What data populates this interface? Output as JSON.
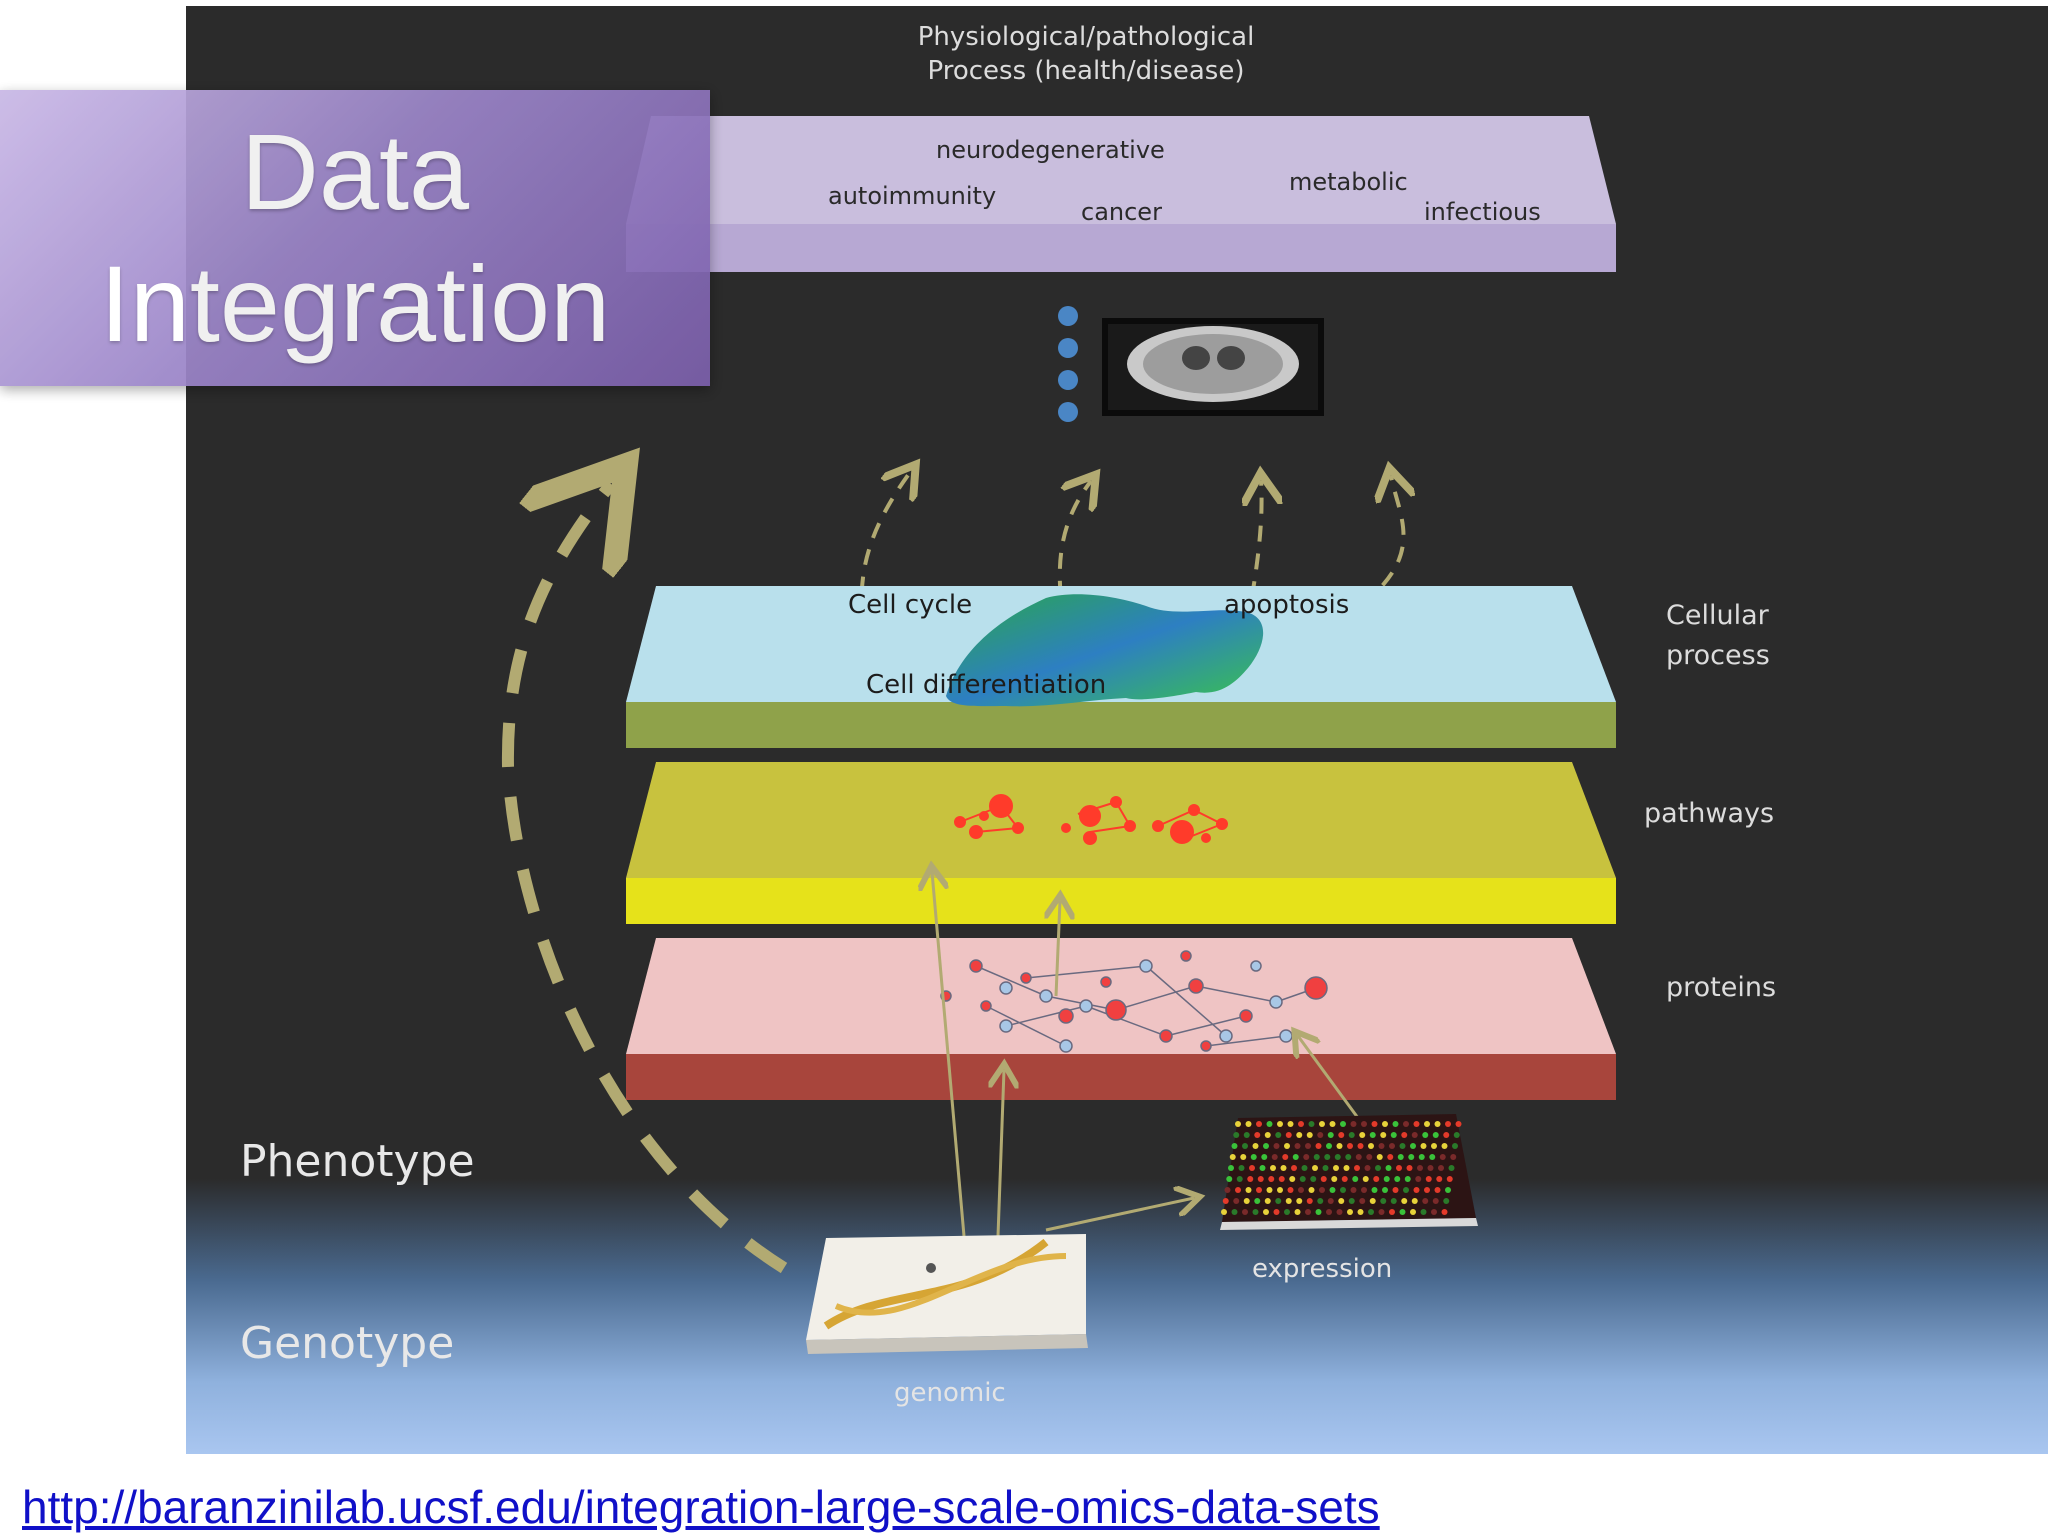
{
  "title": {
    "line1": "Data",
    "line2": "Integration"
  },
  "diagram": {
    "top_caption": {
      "line1": "Physiological/pathological",
      "line2": "Process (health/disease)"
    },
    "disease_labels": {
      "neurodegenerative": "neurodegenerative",
      "autoimmunity": "autoimmunity",
      "cancer": "cancer",
      "metabolic": "metabolic",
      "infectious": "infectious"
    },
    "cellular_layer": {
      "cell_cycle": "Cell cycle",
      "apoptosis": "apoptosis",
      "cell_differentiation": "Cell differentiation"
    },
    "layer_labels": {
      "cellular_line1": "Cellular",
      "cellular_line2": "process",
      "pathways": "pathways",
      "proteins": "proteins"
    },
    "side_labels": {
      "phenotype": "Phenotype",
      "genotype": "Genotype"
    },
    "data_labels": {
      "expression": "expression",
      "genomic": "genomic"
    }
  },
  "footer": {
    "url": "http://baranzinilab.ucsf.edu/integration-large-scale-omics-data-sets"
  },
  "colors": {
    "disease_layer": "#c9bedd",
    "cellular_layer_top": "#b9e0ec",
    "cellular_layer_side": "#8fa24a",
    "pathways_layer_top": "#c8c23e",
    "pathways_layer_side": "#e6e21a",
    "proteins_layer_top": "#efc4c4",
    "proteins_layer_side": "#a8453c",
    "arrow": "#b2aa72"
  }
}
